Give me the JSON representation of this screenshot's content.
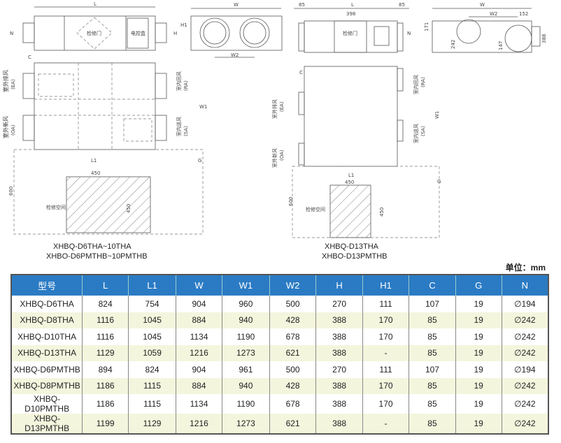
{
  "drawing_left": {
    "L": "L",
    "W": "W",
    "N": "N",
    "H": "H",
    "H1": "H1",
    "W1": "W1",
    "W2": "W2",
    "L1": "L1",
    "C": "C",
    "G": "G",
    "door": "检修门",
    "ebox": "电控盒",
    "ea": "室外排风",
    "ea_code": "(EA)",
    "oa": "室外新风",
    "oa_code": "(OA)",
    "ra": "室内回风",
    "ra_code": "(RA)",
    "sa": "室内送风",
    "sa_code": "(SA)",
    "d450a": "450",
    "d450b": "450",
    "d600": "600",
    "service": "检修空间",
    "caption1": "XHBQ-D6THA~10THA",
    "caption2": "XHBQ-D6PMTHB~10PMTHB"
  },
  "drawing_right": {
    "d85a": "85",
    "d85b": "85",
    "L": "L",
    "d398": "398",
    "N": "N",
    "W": "W",
    "W2": "W2",
    "d152": "152",
    "d171": "171",
    "d242": "242",
    "d147": "147",
    "d388": "388",
    "door": "检修门",
    "W1": "W1",
    "L1": "L1",
    "C": "C",
    "G": "G",
    "ea": "室外排风",
    "ea_code": "(EA)",
    "oa": "室外新风",
    "oa_code": "(OA)",
    "ra": "室内回风",
    "ra_code": "(RA)",
    "sa": "室内送风",
    "sa_code": "(SA)",
    "d450a": "450",
    "d450b": "450",
    "d600": "600",
    "service": "检修空间",
    "caption1": "XHBQ-D13THA",
    "caption2": "XHBQ-D13PMTHB"
  },
  "unit_label": "单位：mm",
  "table": {
    "headers": [
      "型号",
      "L",
      "L1",
      "W",
      "W1",
      "W2",
      "H",
      "H1",
      "C",
      "G",
      "N"
    ],
    "rows": [
      [
        "XHBQ-D6THA",
        "824",
        "754",
        "904",
        "960",
        "500",
        "270",
        "111",
        "107",
        "19",
        "∅194"
      ],
      [
        "XHBQ-D8THA",
        "1116",
        "1045",
        "884",
        "940",
        "428",
        "388",
        "170",
        "85",
        "19",
        "∅242"
      ],
      [
        "XHBQ-D10THA",
        "1116",
        "1045",
        "1134",
        "1190",
        "678",
        "388",
        "170",
        "85",
        "19",
        "∅242"
      ],
      [
        "XHBQ-D13THA",
        "1129",
        "1059",
        "1216",
        "1273",
        "621",
        "388",
        "-",
        "85",
        "19",
        "∅242"
      ],
      [
        "XHBQ-D6PMTHB",
        "894",
        "824",
        "904",
        "961",
        "500",
        "270",
        "111",
        "107",
        "19",
        "∅194"
      ],
      [
        "XHBQ-D8PMTHB",
        "1186",
        "1115",
        "884",
        "940",
        "428",
        "388",
        "170",
        "85",
        "19",
        "∅242"
      ],
      [
        "XHBQ-D10PMTHB",
        "1186",
        "1115",
        "1134",
        "1190",
        "678",
        "388",
        "170",
        "85",
        "19",
        "∅242"
      ],
      [
        "XHBQ-D13PMTHB",
        "1199",
        "1129",
        "1216",
        "1273",
        "621",
        "388",
        "-",
        "85",
        "19",
        "∅242"
      ]
    ]
  }
}
